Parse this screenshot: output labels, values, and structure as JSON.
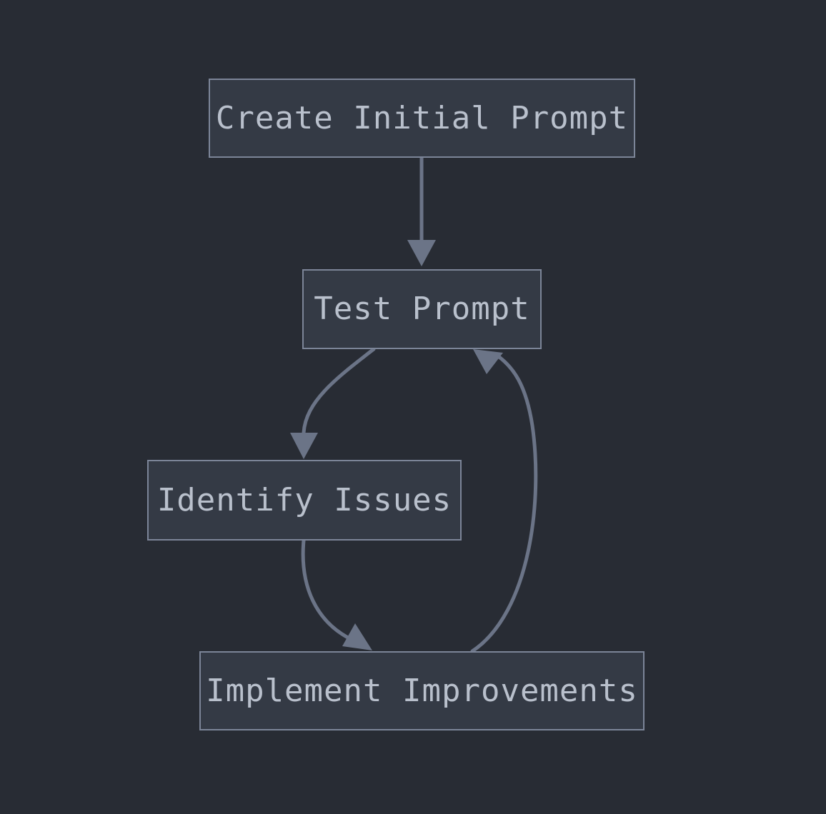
{
  "diagram": {
    "type": "flowchart",
    "orientation": "top-down",
    "background_color": "#282c34",
    "node_fill_color": "#343a45",
    "node_border_color": "#7c8598",
    "node_text_color": "#b9c0cc",
    "edge_color": "#6b7487",
    "nodes": [
      {
        "id": "create-initial-prompt",
        "label": "Create Initial Prompt"
      },
      {
        "id": "test-prompt",
        "label": "Test Prompt"
      },
      {
        "id": "identify-issues",
        "label": "Identify Issues"
      },
      {
        "id": "implement-improvements",
        "label": "Implement Improvements"
      }
    ],
    "edges": [
      {
        "id": "edge-create-to-test",
        "from": "create-initial-prompt",
        "to": "test-prompt",
        "style": "straight",
        "arrow": "filled-triangle"
      },
      {
        "id": "edge-test-to-identify",
        "from": "test-prompt",
        "to": "identify-issues",
        "style": "curved",
        "arrow": "filled-triangle"
      },
      {
        "id": "edge-identify-to-implement",
        "from": "identify-issues",
        "to": "implement-improvements",
        "style": "curved",
        "arrow": "filled-triangle"
      },
      {
        "id": "edge-implement-to-test",
        "from": "implement-improvements",
        "to": "test-prompt",
        "style": "curved",
        "arrow": "filled-triangle"
      }
    ]
  }
}
